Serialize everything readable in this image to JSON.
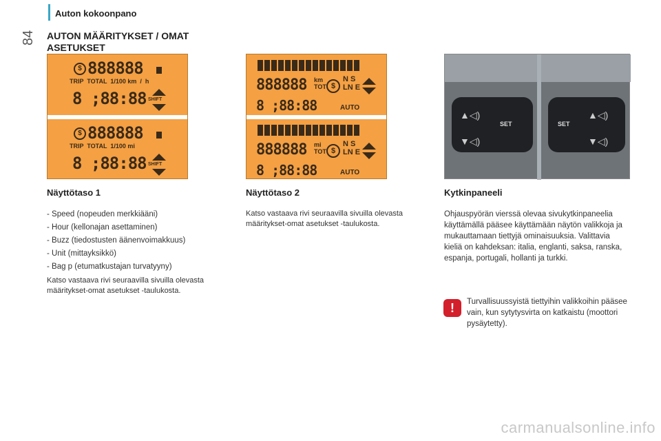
{
  "header": {
    "section": "Auton kokoonpano",
    "page_number": "84"
  },
  "title": "AUTON MÄÄRITYKSET / OMAT ASETUKSET",
  "display1": {
    "top": {
      "digits": "888888",
      "units": "TRIP  TOTAL  1/100 km  /  h",
      "clock": "8 ;88:88",
      "shift": "SHIFT"
    },
    "bottom": {
      "digits": "888888",
      "units": "TRIP  TOTAL  1/100 mi",
      "clock": "8 ;88:88",
      "shift": "SHIFT"
    }
  },
  "display2": {
    "top": {
      "digits": "888888",
      "unit": "km\nTOT",
      "gear": "N S\nLN E",
      "clock": "8 ;88:88",
      "auto": "AUTO"
    },
    "bottom": {
      "digits": "888888",
      "unit": "mi\nTOT",
      "gear": "N S\nLN E",
      "clock": "8 ;88:88",
      "auto": "AUTO"
    }
  },
  "col1": {
    "heading": "Näyttötaso 1",
    "items": [
      "-  Speed (nopeuden merkkiääni)",
      "-  Hour (kellonajan asettaminen)",
      "-  Buzz (tiedostusten äänenvoimakkuus)",
      "-  Unit (mittayksikkö)",
      "-  Bag p (etumatkustajan turvatyyny)"
    ],
    "note": "Katso vastaava rivi seuraavilla sivuilla olevasta määritykset-omat asetukset -taulukosta."
  },
  "col2": {
    "heading": "Näyttötaso 2",
    "note": "Katso vastaava rivi seuraavilla sivuilla olevasta määritykset-omat asetukset -taulukosta."
  },
  "col3": {
    "heading": "Kytkinpaneeli",
    "text": "Ohjauspyörän vierssä olevaa sivukytkinpaneelia käyttämällä pääsee käyttämään näytön valikkoja ja mukauttamaan tiettyjä ominaisuuksia. Valittavia kieliä on kahdeksan: italia, englanti, saksa, ranska, espanja, portugali, hollanti ja turkki.",
    "warning": "Turvallisuussyistä tiettyihin valikkoihin pääsee vain, kun sytytysvirta on katkaistu (moottori pysäytetty).",
    "warning_icon": "exclamation-icon",
    "set_label": "SET"
  },
  "footer": {
    "watermark": "carmanualsonline.info"
  }
}
